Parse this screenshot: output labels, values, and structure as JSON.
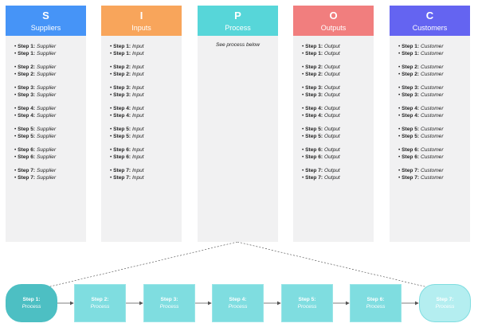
{
  "columns": [
    {
      "letter": "S",
      "name": "Suppliers",
      "color": "#4694f7",
      "steps": [
        [
          "Step 1:",
          "Supplier",
          "Step 1:",
          "Supplier"
        ],
        [
          "Step 2:",
          "Supplier",
          "Step 2:",
          "Supplier"
        ],
        [
          "Step 3:",
          "Supplier",
          "Step 3:",
          "Supplier"
        ],
        [
          "Step 4:",
          "Supplier",
          "Step 4:",
          "Supplier"
        ],
        [
          "Step 5:",
          "Supplier",
          "Step 5:",
          "Supplier"
        ],
        [
          "Step 6:",
          "Supplier",
          "Step 6:",
          "Supplier"
        ],
        [
          "Step 7:",
          "Supplier",
          "Step 7:",
          "Supplier"
        ]
      ]
    },
    {
      "letter": "I",
      "name": "Inputs",
      "color": "#f8a55b",
      "steps": [
        [
          "Step 1:",
          "Input",
          "Step 1:",
          "Input"
        ],
        [
          "Step 2:",
          "Input",
          "Step 2:",
          "Input"
        ],
        [
          "Step 3:",
          "Input",
          "Step 3:",
          "Input"
        ],
        [
          "Step 4:",
          "Input",
          "Step 4:",
          "Input"
        ],
        [
          "Step 5:",
          "Input",
          "Step 5:",
          "Input"
        ],
        [
          "Step 6:",
          "Input",
          "Step 6:",
          "Input"
        ],
        [
          "Step 7:",
          "Input",
          "Step 7:",
          "Input"
        ]
      ]
    },
    {
      "letter": "P",
      "name": "Process",
      "color": "#57d6d9",
      "note": "See process below"
    },
    {
      "letter": "O",
      "name": "Outputs",
      "color": "#f17e7e",
      "steps": [
        [
          "Step 1:",
          "Output",
          "Step 1:",
          "Output"
        ],
        [
          "Step 2:",
          "Output",
          "Step 2:",
          "Output"
        ],
        [
          "Step 3:",
          "Output",
          "Step 3:",
          "Output"
        ],
        [
          "Step 4:",
          "Output",
          "Step 4:",
          "Output"
        ],
        [
          "Step 5:",
          "Output",
          "Step 5:",
          "Output"
        ],
        [
          "Step 6:",
          "Output",
          "Step 6:",
          "Output"
        ],
        [
          "Step 7:",
          "Output",
          "Step 7:",
          "Output"
        ]
      ]
    },
    {
      "letter": "C",
      "name": "Customers",
      "color": "#6464f1",
      "steps": [
        [
          "Step 1:",
          "Customer",
          "Step 1:",
          "Customer"
        ],
        [
          "Step 2:",
          "Customer",
          "Step 2:",
          "Customer"
        ],
        [
          "Step 3:",
          "Customer",
          "Step 3:",
          "Customer"
        ],
        [
          "Step 4:",
          "Customer",
          "Step 4:",
          "Customer"
        ],
        [
          "Step 5:",
          "Customer",
          "Step 5:",
          "Customer"
        ],
        [
          "Step 6:",
          "Customer",
          "Step 6:",
          "Customer"
        ],
        [
          "Step 7:",
          "Customer",
          "Step 7:",
          "Customer"
        ]
      ]
    }
  ],
  "process_flow": [
    {
      "step": "Step 1:",
      "label": "Process"
    },
    {
      "step": "Step 2:",
      "label": "Process"
    },
    {
      "step": "Step 3:",
      "label": "Process"
    },
    {
      "step": "Step 4:",
      "label": "Process"
    },
    {
      "step": "Step 5:",
      "label": "Process"
    },
    {
      "step": "Step 6:",
      "label": "Process"
    },
    {
      "step": "Step 7:",
      "label": "Process"
    }
  ]
}
